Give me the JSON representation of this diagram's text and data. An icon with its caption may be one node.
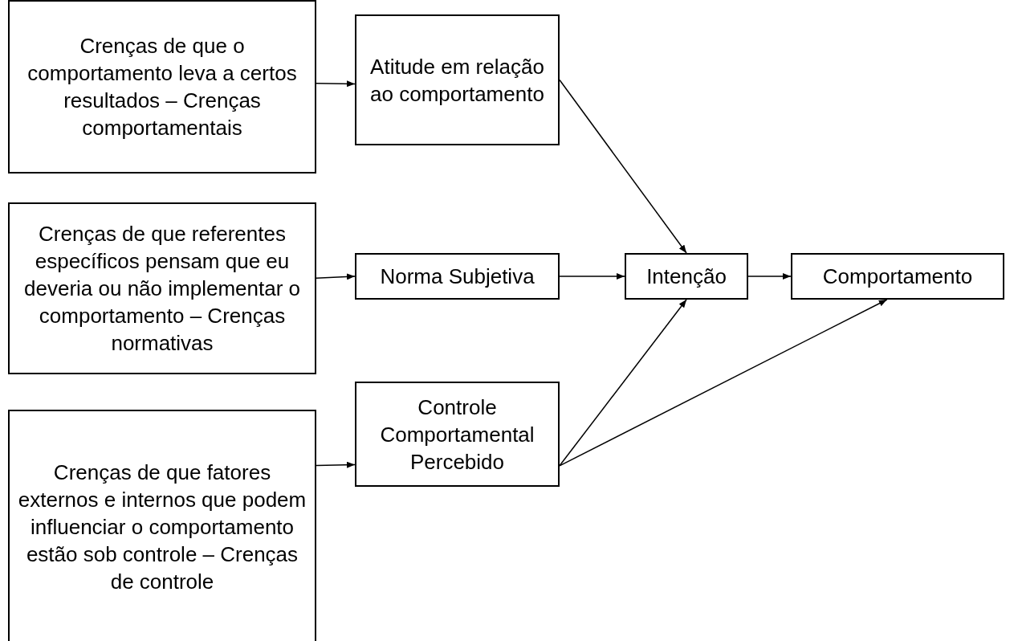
{
  "diagram": {
    "nodes": [
      {
        "text": [
          "Crenças de que o comportamento leva a certos resultados – Crenças comportamentais"
        ]
      },
      {
        "text": [
          "Atitude em relação ao comportamento"
        ]
      },
      {
        "text": [
          "Crenças de que referentes específicos pensam que eu deveria ou não implementar o comportamento – Crenças normativas"
        ]
      },
      {
        "text": [
          "Norma Subjetiva"
        ]
      },
      {
        "text": [
          "Intenção"
        ]
      },
      {
        "text": [
          "Comportamento"
        ]
      },
      {
        "text": [
          "Crenças de que fatores externos e internos que podem influenciar o comportamento estão sob controle – Crenças de controle"
        ]
      },
      {
        "text": [
          "Controle Comportamental Percebido"
        ]
      }
    ],
    "edges": [
      {
        "from": 0,
        "to": 1,
        "arrow": "to"
      },
      {
        "from": 1,
        "to": 4,
        "arrow": "to"
      },
      {
        "from": 2,
        "to": 3,
        "arrow": "to"
      },
      {
        "from": 3,
        "to": 4,
        "arrow": "to"
      },
      {
        "from": 4,
        "to": 5,
        "arrow": "to"
      },
      {
        "from": 6,
        "to": 7,
        "arrow": "to"
      },
      {
        "from": 7,
        "to": 4,
        "arrow": "to"
      },
      {
        "from": 7,
        "to": 5,
        "arrow": "to"
      }
    ]
  }
}
